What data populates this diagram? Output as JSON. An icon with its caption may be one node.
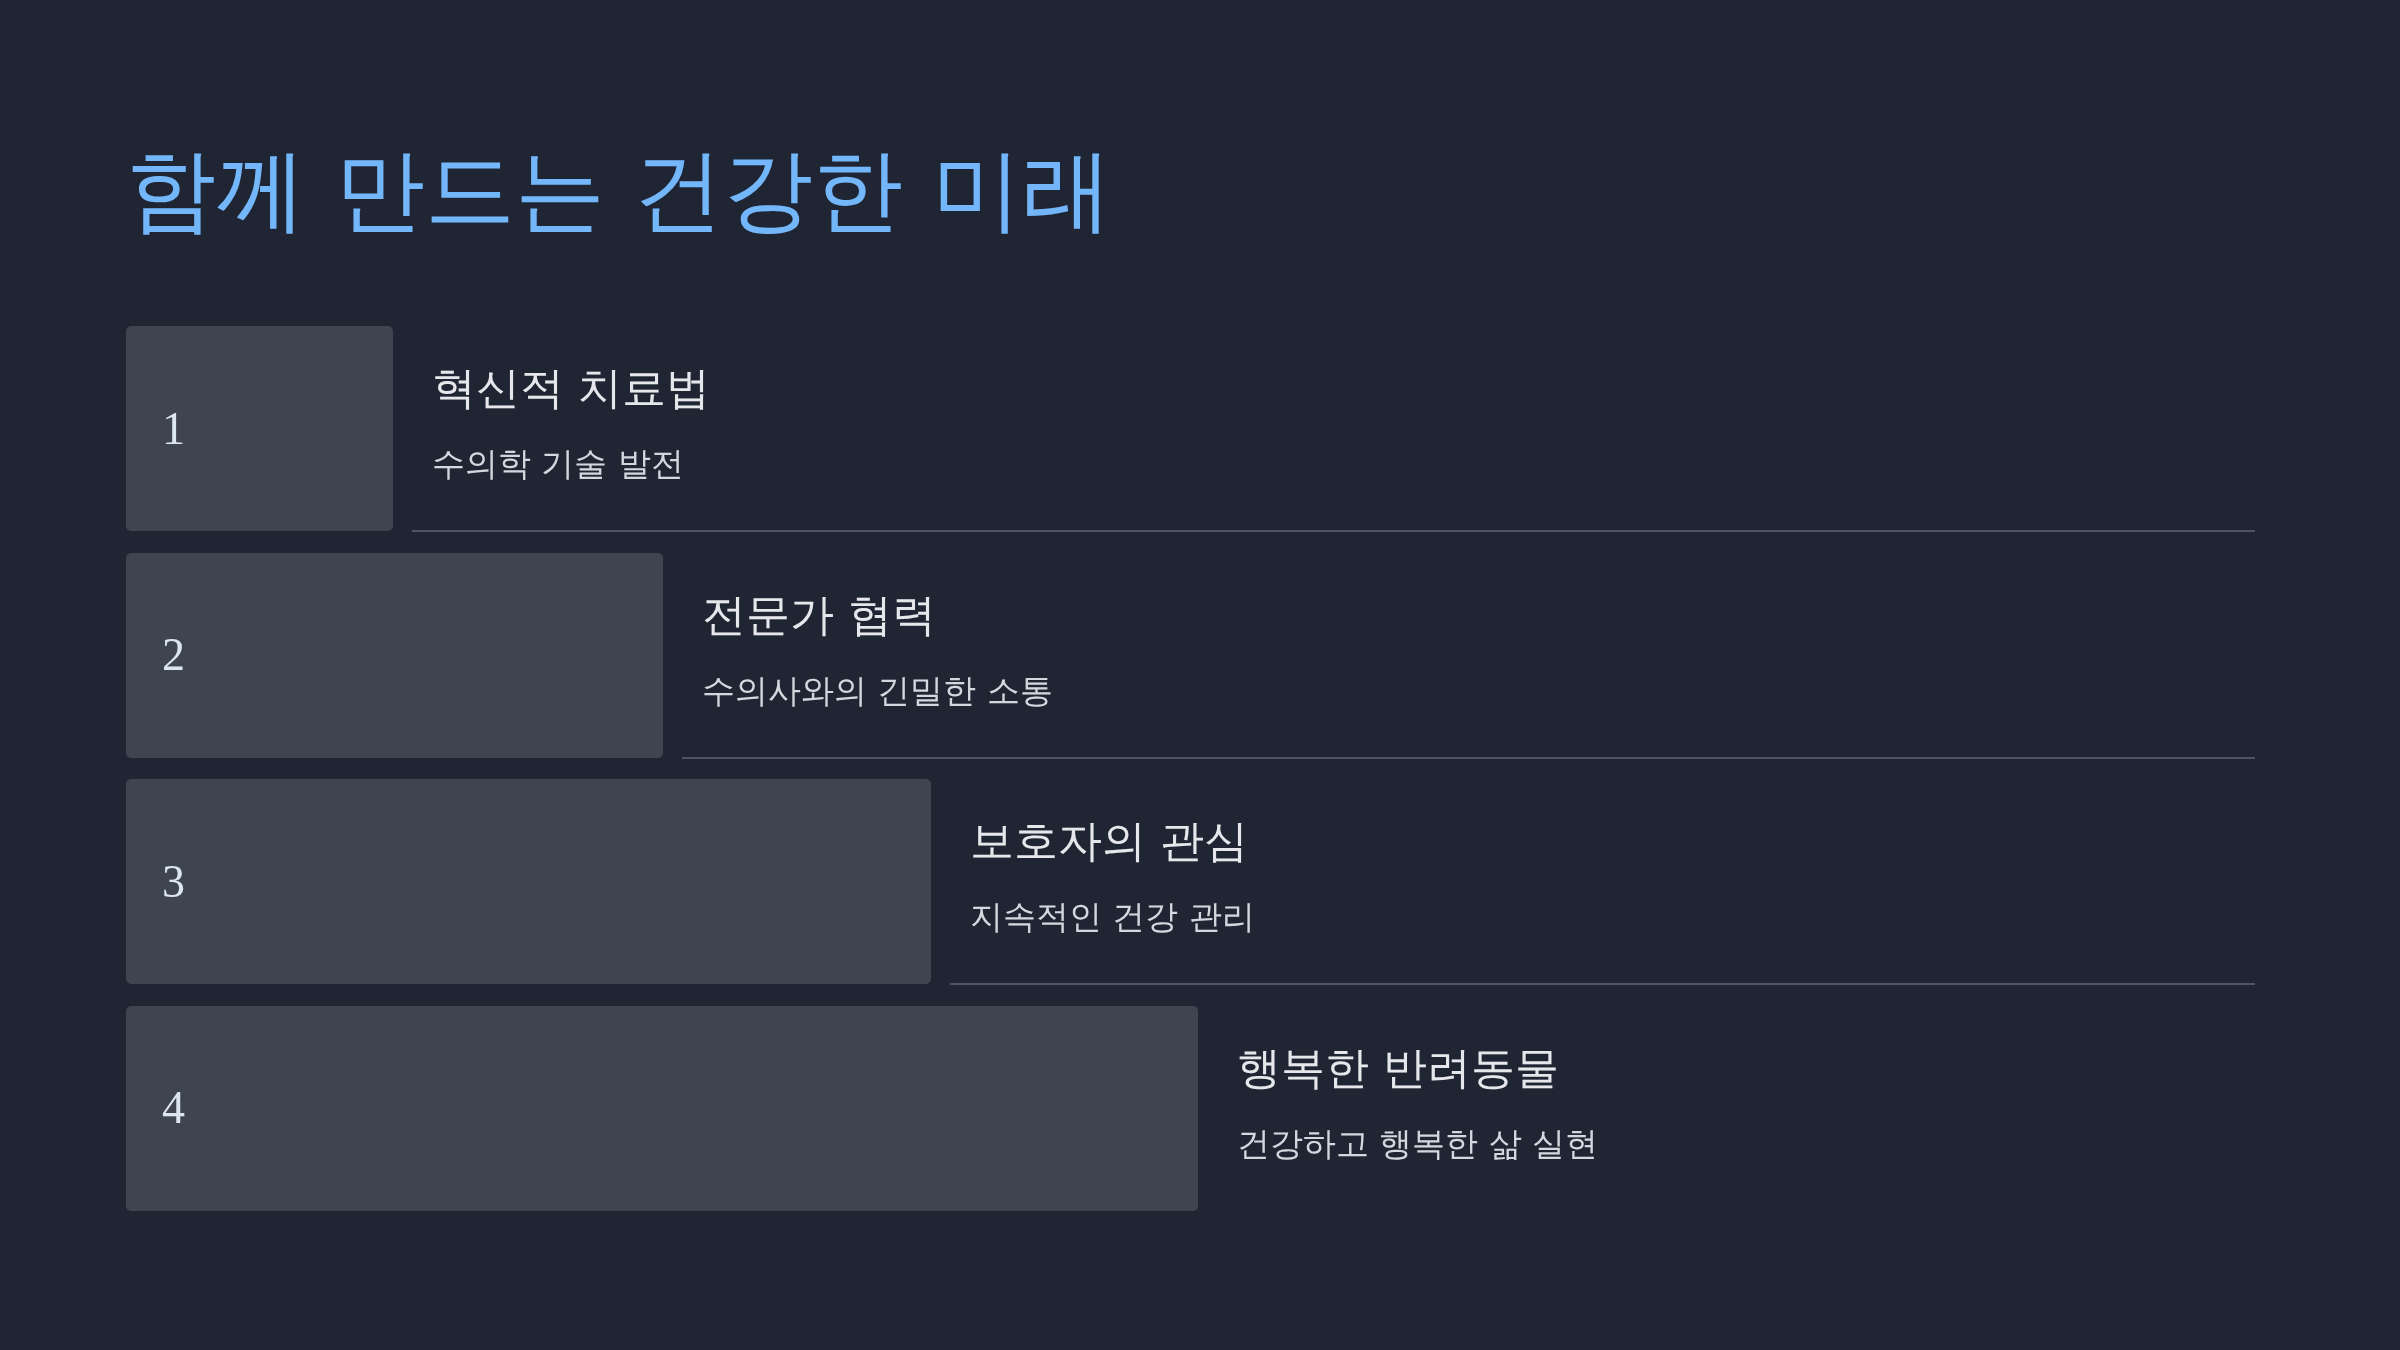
{
  "diagram": {
    "title": "함께 만드는 건강한 미래",
    "nodes": [
      {
        "text": [
          "1"
        ],
        "beside": [
          "혁신적 치료법",
          "수의학 기술 발전"
        ]
      },
      {
        "text": [
          "2"
        ],
        "beside": [
          "전문가 협력",
          "수의사와의 긴밀한 소통"
        ]
      },
      {
        "text": [
          "3"
        ],
        "beside": [
          "보호자의 관심",
          "지속적인 건강 관리"
        ]
      },
      {
        "text": [
          "4"
        ],
        "beside": [
          "행복한 반려동물",
          "건강하고 행복한 삶 실현"
        ]
      }
    ]
  }
}
